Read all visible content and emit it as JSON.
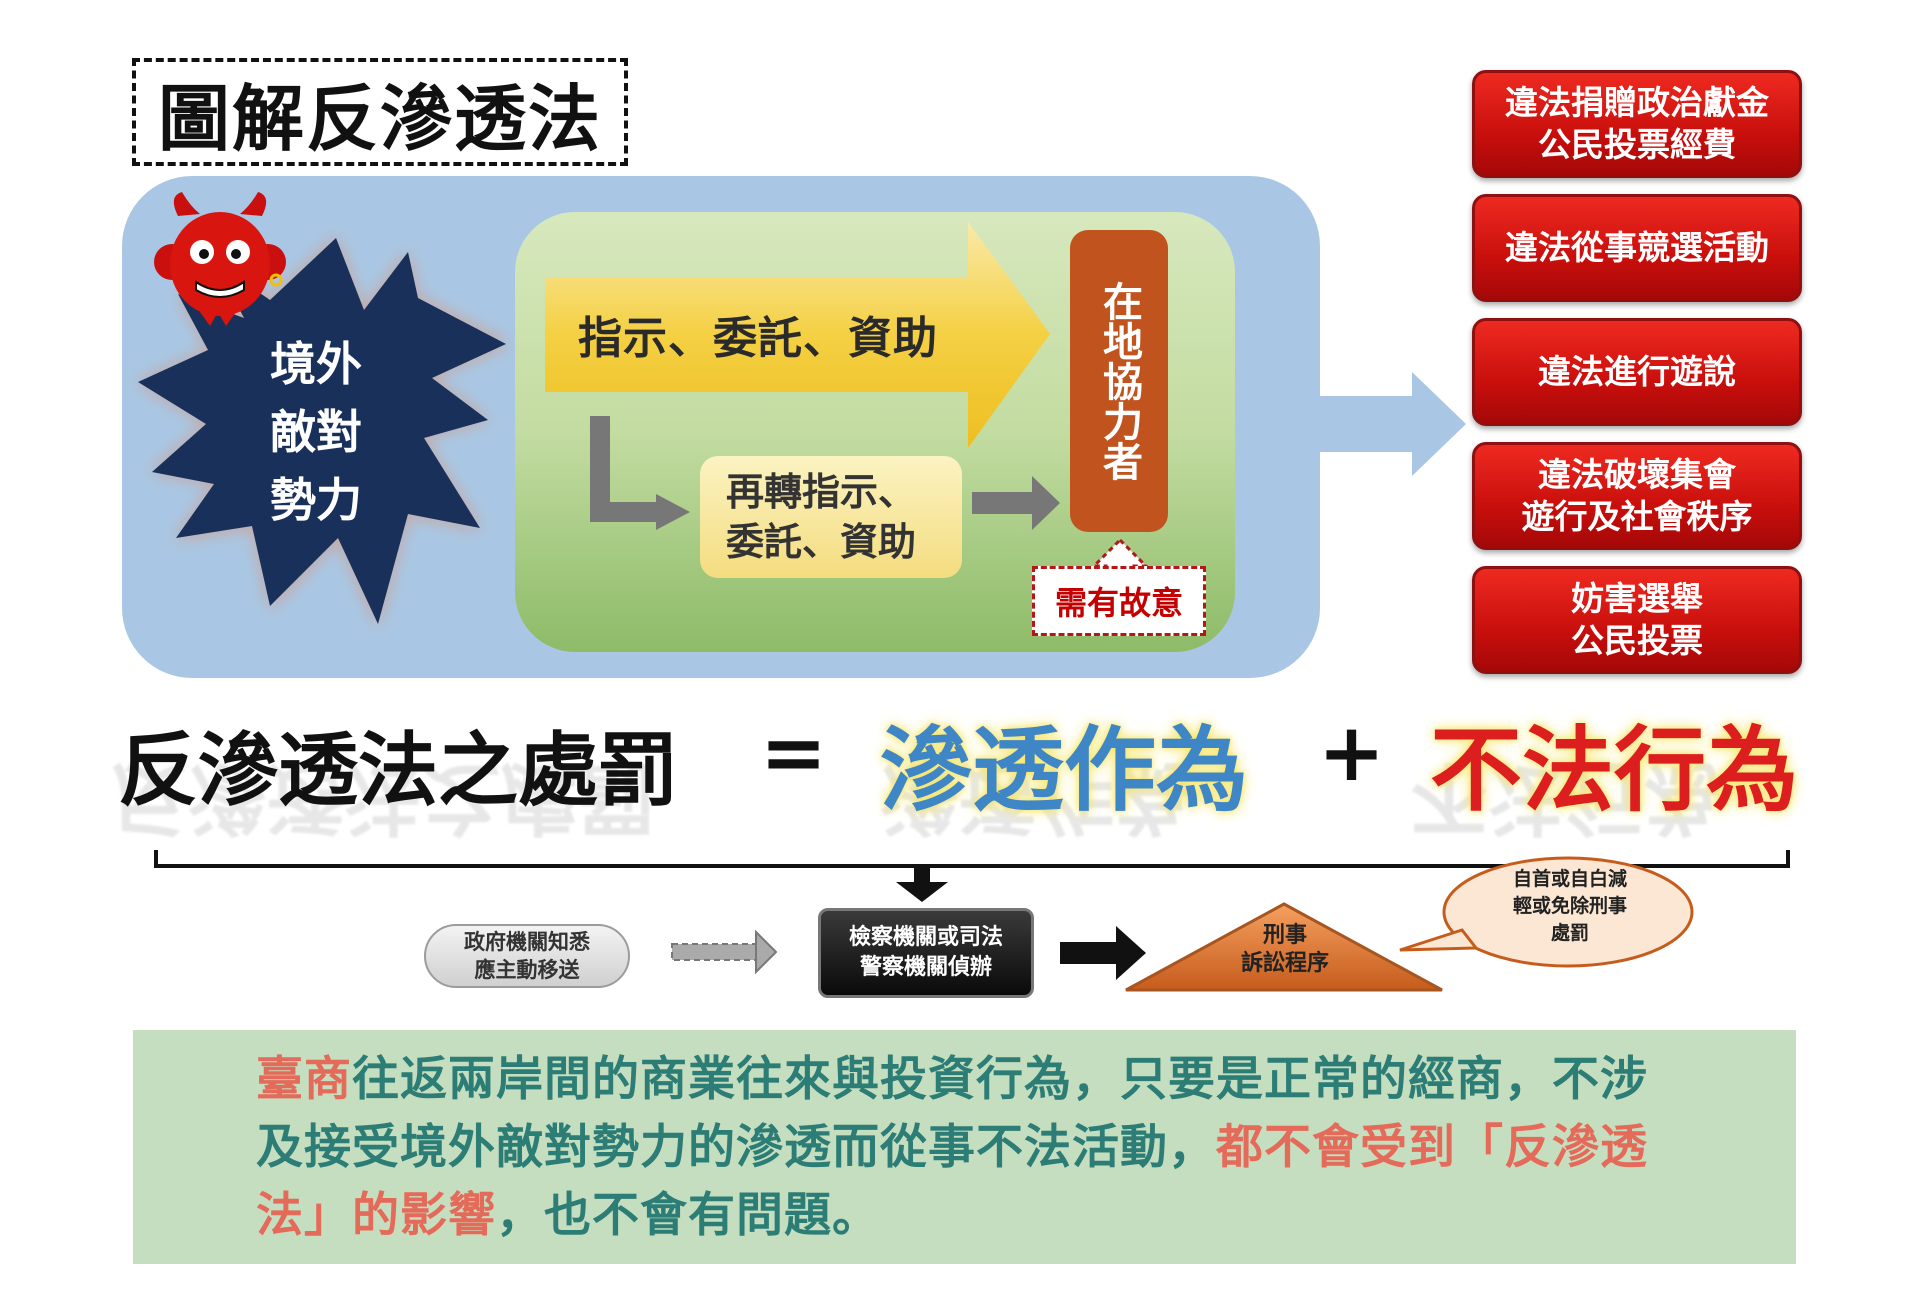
{
  "title": "圖解反滲透法",
  "source": {
    "label_lines": [
      "境外",
      "敵對",
      "勢力"
    ]
  },
  "flow": {
    "main_arrow_label": "指示、委託、資助",
    "secondary_label": "再轉指示、\n委託、資助",
    "collaborator": "在地協力者",
    "intent": "需有故意"
  },
  "illegal_acts": [
    "違法捐贈政治獻金\n公民投票經費",
    "違法從事競選活動",
    "違法進行遊說",
    "違法破壞集會\n遊行及社會秩序",
    "妨害選舉\n公民投票"
  ],
  "equation": {
    "left": "反滲透法之處罰",
    "equals": "=",
    "infiltration": "滲透作為",
    "plus": "+",
    "illegal": "不法行為"
  },
  "process": {
    "gov_report": "政府機關知悉\n應主動移送",
    "investigation": "檢察機關或司法\n警察機關偵辦",
    "criminal_procedure": "刑事\n訴訟程序",
    "leniency": "自首或自白減\n輕或免除刑事\n處罰"
  },
  "note": {
    "p1_hl": "臺商",
    "p2": "往返兩岸間的商業往來與投資行為，只要是正常的經商，不涉及接受境外敵對勢力的滲透而從事不法活動，",
    "p3_hl": "都不會受到「反滲透法」的影響",
    "p4": "，也不會有問題。"
  },
  "colors": {
    "panel_blue": "#a9c7e4",
    "collaborator_orange": "#c0531e",
    "act_red": "#d0140f",
    "infiltration_blue": "#3f86c6",
    "illegal_red": "#dc1e1e",
    "note_bg": "#c6dec0",
    "note_text": "#2c7d76",
    "note_highlight": "#e46a5a"
  },
  "icons": [
    "devil-mascot-icon",
    "starburst-shape",
    "big-right-arrow-icon",
    "elbow-arrow-icon",
    "up-arrow-icon"
  ]
}
